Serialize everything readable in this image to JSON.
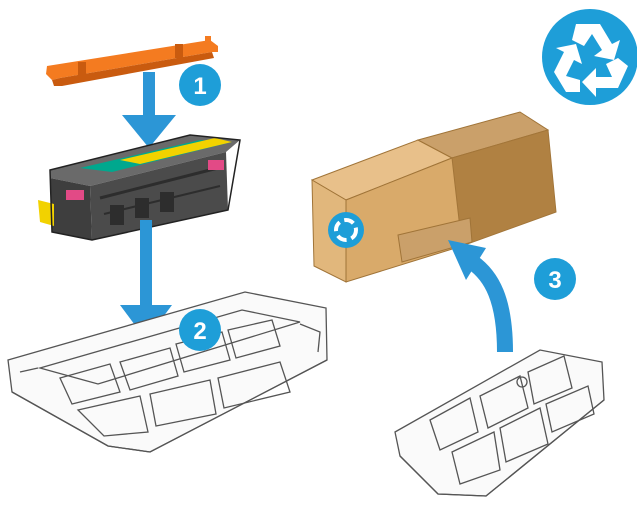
{
  "steps": [
    {
      "number": "1"
    },
    {
      "number": "2"
    },
    {
      "number": "3"
    }
  ],
  "icons": {
    "recycle": "recycle-icon",
    "arrow": "arrow-icon",
    "step_badge": "step-number-badge"
  },
  "colors": {
    "accent_blue": "#1e9ed8",
    "arrow_blue": "#2c96d6",
    "cap_orange": "#f47b20",
    "box_tan": "#d9aa6a",
    "box_shadow": "#b98a4a",
    "cartridge_gray": "#4b4b4b",
    "stripe_green": "#00a88e",
    "stripe_yellow": "#f2d200",
    "accent_magenta": "#e24a86"
  }
}
